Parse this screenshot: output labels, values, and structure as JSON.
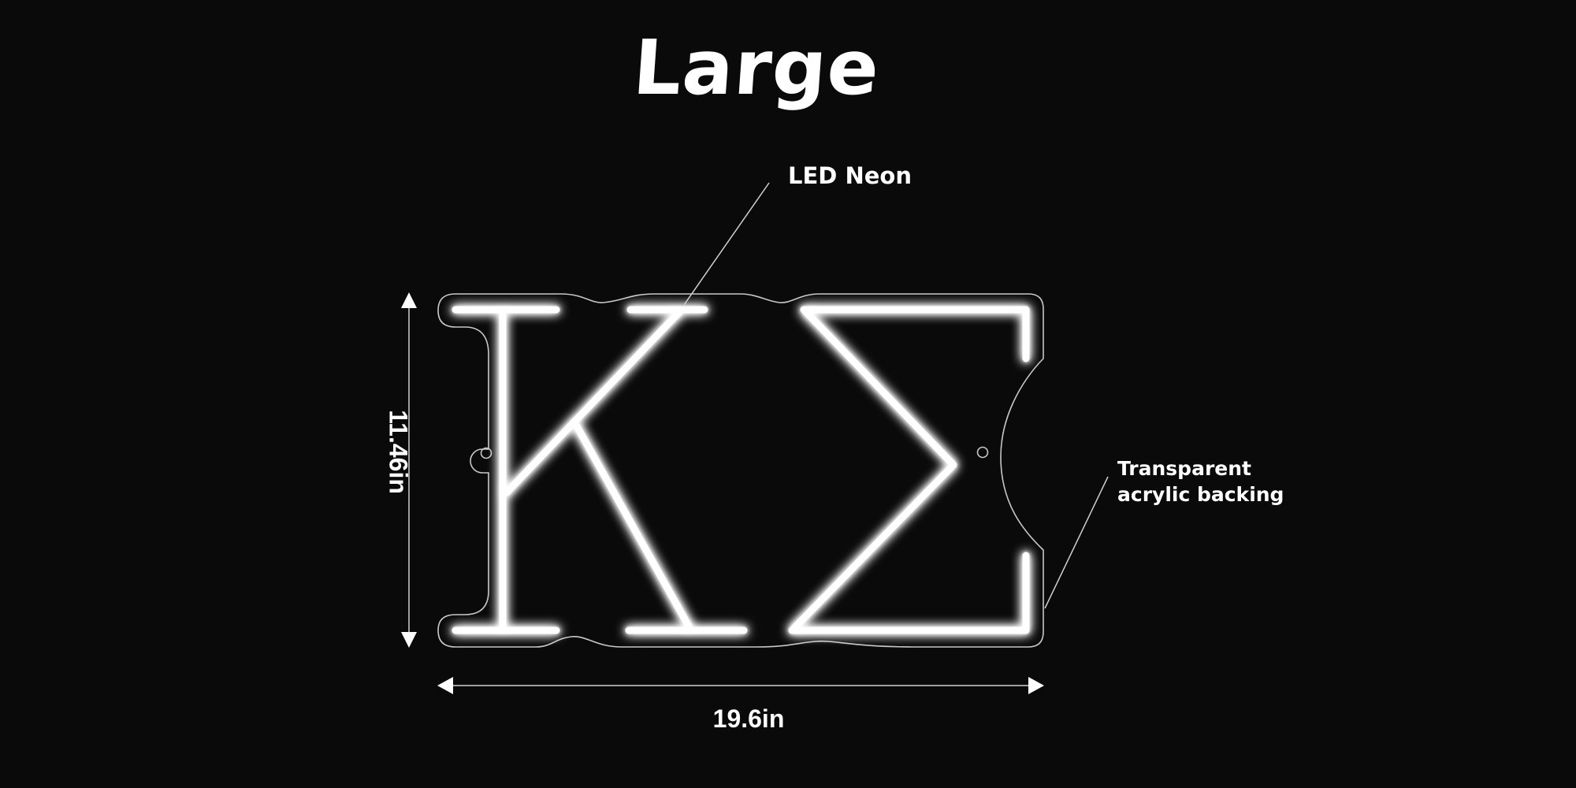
{
  "title": "Large",
  "sign": {
    "letters": "KΣ",
    "neon_color": "#ffffff",
    "backing_outline_color": "#c8c8c8"
  },
  "callouts": {
    "led_neon": "LED Neon",
    "acrylic_line1": "Transparent",
    "acrylic_line2": "acrylic backing"
  },
  "dimensions": {
    "width": "19.6in",
    "height": "11.46in"
  },
  "colors": {
    "background": "#0a0a0b",
    "text": "#ffffff",
    "leader_line": "#d0d0d0"
  }
}
